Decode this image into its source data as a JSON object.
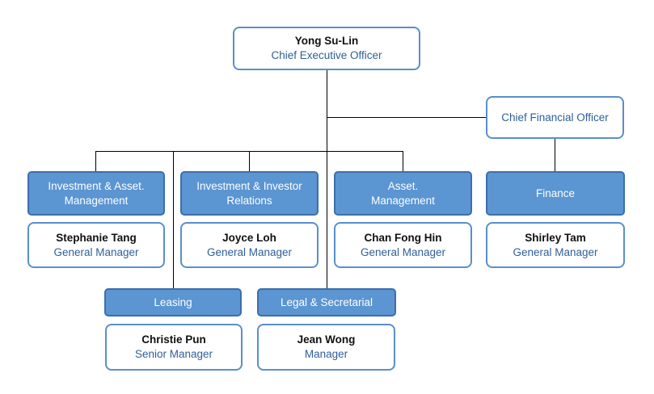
{
  "ceo": {
    "name": "Yong Su-Lin",
    "title": "Chief Executive Officer"
  },
  "cfo": {
    "title": "Chief Financial Officer"
  },
  "departments": {
    "investment_asset_management": {
      "line1": "Investment & Asset.",
      "line2": "Management"
    },
    "investment_investor_relations": {
      "line1": "Investment & Investor",
      "line2": "Relations"
    },
    "asset_management": {
      "line1": "Asset.",
      "line2": "Management"
    },
    "finance": {
      "label": "Finance"
    },
    "leasing": {
      "label": "Leasing"
    },
    "legal_secretarial": {
      "label": "Legal & Secretarial"
    }
  },
  "people": {
    "stephanie": {
      "name": "Stephanie Tang",
      "title": "General Manager"
    },
    "joyce": {
      "name": "Joyce Loh",
      "title": "General Manager"
    },
    "chan": {
      "name": "Chan Fong Hin",
      "title": "General Manager"
    },
    "shirley": {
      "name": "Shirley Tam",
      "title": "General Manager"
    },
    "christie": {
      "name": "Christie Pun",
      "title": "Senior Manager"
    },
    "jean": {
      "name": "Jean Wong",
      "title": "Manager"
    }
  },
  "colors": {
    "box_border": "#5b8fc9",
    "dept_fill": "#5b95d2",
    "dept_border": "#3c6fa9",
    "title_text": "#2e5f9a",
    "connector": "#000000"
  }
}
